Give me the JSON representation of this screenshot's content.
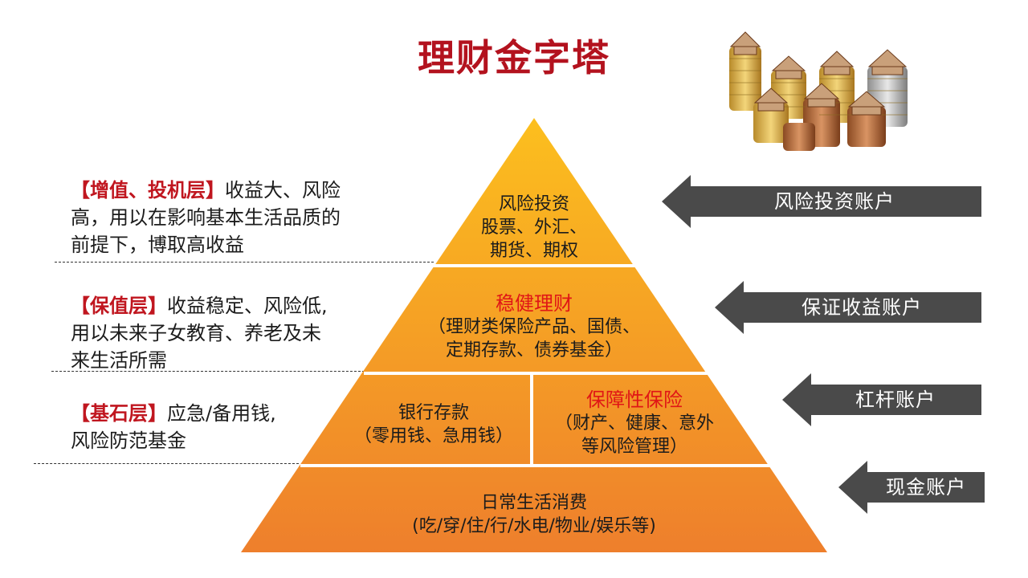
{
  "title": "理财金字塔",
  "colors": {
    "title": "#b3121e",
    "tag": "#c0161f",
    "highlight": "#e01616",
    "pyramid_top": "#fcbf1e",
    "pyramid_bottom": "#ee7f2c",
    "arrow": "#4a4a4a"
  },
  "image": {
    "icon": "coin-stacks-with-houses-image"
  },
  "descriptions": [
    {
      "tag": "【增值、投机层】",
      "lines": [
        "收益大、风险",
        "高，用以在影响基本生活品质的",
        "前提下，博取高收益"
      ]
    },
    {
      "tag": "【保值层】",
      "lines": [
        "收益稳定、风险低,",
        "用以未来子女教育、养老及未",
        "来生活所需"
      ]
    },
    {
      "tag": "【基石层】",
      "lines": [
        "应急/备用钱,",
        "风险防范基金"
      ]
    }
  ],
  "pyramid": {
    "top": {
      "lines": [
        "风险投资",
        "股票、外汇、",
        "期货、期权"
      ]
    },
    "second": {
      "heading": "稳健理财",
      "lines": [
        "（理财类保险产品、国债、",
        "定期存款、债券基金）"
      ]
    },
    "third_left": {
      "lines": [
        "银行存款",
        "（零用钱、急用钱）"
      ]
    },
    "third_right": {
      "heading": "保障性保险",
      "lines": [
        "（财产、健康、意外",
        "等风险管理）"
      ]
    },
    "base": {
      "lines": [
        "日常生活消费",
        "(吃/穿/住/行/水电/物业/娱乐等)"
      ]
    }
  },
  "accounts": [
    "风险投资账户",
    "保证收益账户",
    "杠杆账户",
    "现金账户"
  ]
}
